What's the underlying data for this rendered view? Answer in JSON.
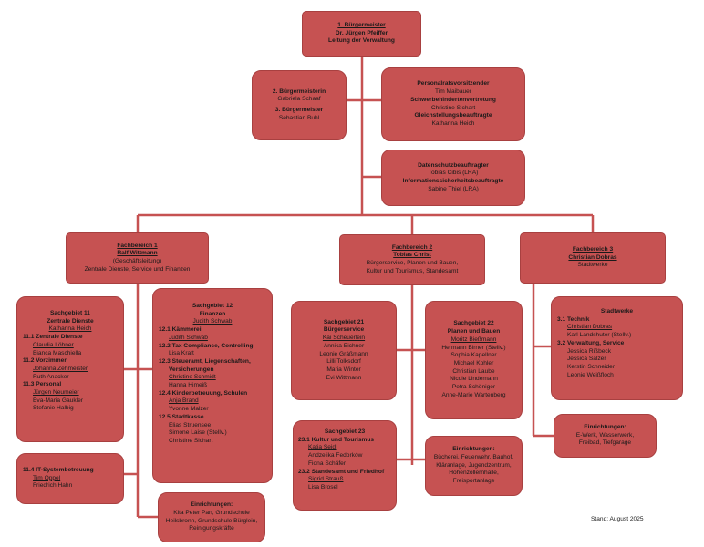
{
  "mayor": {
    "title": "1. Bürgermeister",
    "name": "Dr. Jürgen Pfeiffer",
    "role": "Leitung der Verwaltung"
  },
  "deputies": {
    "d2_title": "2. Bürgermeisterin",
    "d2_name": "Gabriela Schaaf",
    "d3_title": "3. Bürgermeister",
    "d3_name": "Sebastian Buhl"
  },
  "reps": {
    "personalrat_title": "Personalratsvorsitzender",
    "personalrat_name": "Tim Maibauer",
    "schwerbehinderten_title": "Schwerbehindertenvertretung",
    "schwerbehinderten_name": "Christine Sichart",
    "gleichstellung_title": "Gleichstellungsbeauftragte",
    "gleichstellung_name": "Katharina Heich"
  },
  "datenschutz": {
    "title": "Datenschutzbeauftragter",
    "name": "Tobias Cibis (LRA)",
    "infosec_title": "Informationssicherheitsbeauftragte",
    "infosec_name": "Sabine Thiel (LRA)"
  },
  "fb1": {
    "title": "Fachbereich 1",
    "name": "Ralf Wittmann",
    "sub": "(Geschäftsleitung)",
    "desc": "Zentrale Dienste, Service und Finanzen"
  },
  "fb2": {
    "title": "Fachbereich 2",
    "name": "Tobias Christ",
    "desc1": "Bürgerservice, Planen und Bauen,",
    "desc2": "Kultur und Tourismus, Standesamt"
  },
  "fb3": {
    "title": "Fachbereich 3",
    "name": "Christian Dobras",
    "desc": "Stadtwerke"
  },
  "sg11": {
    "t1": "Sachgebiet 11",
    "t2": "Zentrale Dienste",
    "lead": "Katharina Heich",
    "s1": "11.1 Zentrale Dienste",
    "s1_lead": "Claudia Löhner",
    "s1_m1": "Bianca Maschiella",
    "s2": "11.2 Vorzimmer",
    "s2_lead": "Johanna Zehmeister",
    "s2_m1": "Ruth Anacker",
    "s3": "11.3 Personal",
    "s3_lead": "Jürgen Neumeier",
    "s3_m1": "Eva-Maria Gaukler",
    "s3_m2": "Stefanie Halbig"
  },
  "sg114": {
    "title": "11.4 IT-Systembetreuung",
    "lead": "Tim Oppel",
    "m1": "Friedrich Hahn"
  },
  "sg12": {
    "t1": "Sachgebiet 12",
    "t2": "Finanzen",
    "lead": "Judith Schwab",
    "s1": "12.1 Kämmerei",
    "s1_lead": "Judith Schwab",
    "s2": "12.2 Tax Compliance, Controlling",
    "s2_lead": "Lisa Kraft",
    "s3a": "12.3 Steueramt, Liegenschaften,",
    "s3b": "Versicherungen",
    "s3_lead": "Christine Schmidt",
    "s3_m1": "Hanna Himeiß",
    "s4": "12.4 Kinderbetreuung, Schulen",
    "s4_lead": "Anja Brand",
    "s4_m1": "Yvonne Malzer",
    "s5": "12.5 Stadtkasse",
    "s5_lead": "Elias Struensee",
    "s5_m1": "Simone Laise (Stellv.)",
    "s5_m2": "Christine Sichart"
  },
  "einr1": {
    "title": "Einrichtungen:",
    "l1": "Kita Peter Pan, Grundschule",
    "l2": "Heilsbronn, Grundschule Bürglein,",
    "l3": "Reinigungskräfte"
  },
  "sg21": {
    "t1": "Sachgebiet 21",
    "t2": "Bürgerservice",
    "lead": "Kai Scheuerlein",
    "m1": "Annika Eichner",
    "m2": "Leonie Gräßmann",
    "m3": "Lilli Tolksdorf",
    "m4": "Maria Winter",
    "m5": "Evi Wittmann"
  },
  "sg22": {
    "t1": "Sachgebiet 22",
    "t2": "Planen und Bauen",
    "lead": "Moritz Bießmann",
    "m1": "Hermann Birner (Stellv.)",
    "m2": "Sophia Kapellner",
    "m3": "Michael Kohler",
    "m4": "Christian Laube",
    "m5": "Nicole Lindemann",
    "m6": "Petra Schöniger",
    "m7": "Anne-Marie Wartenberg"
  },
  "sg23": {
    "t1": "Sachgebiet 23",
    "s1": "23.1 Kultur und Tourismus",
    "s1_lead": "Katja Seidl",
    "s1_m1": "Andzelika Fedorków",
    "s1_m2": "Fiona Schäfer",
    "s2": "23.2 Standesamt und Friedhof",
    "s2_lead": "Sigrid Strauß",
    "s2_m1": "Lisa Brosel"
  },
  "einr2": {
    "title": "Einrichtungen:",
    "l1": "Bücherei, Feuerwehr, Bauhof,",
    "l2": "Kläranlage, Jugendzentrum,",
    "l3": "Hohenzollernhalle,",
    "l4": "Freisportanlage"
  },
  "sw": {
    "t1": "Stadtwerke",
    "s1": "3.1 Technik",
    "s1_lead": "Christian Dobras",
    "s1_m1": "Karl Landshuter (Stellv.)",
    "s2": "3.2 Verwaltung, Service",
    "s2_m1": "Jessica Rißbeck",
    "s2_m2": "Jessica Salzer",
    "s2_m3": "Kerstin Schneider",
    "s2_m4": "Leonie Weißfloch"
  },
  "einr3": {
    "title": "Einrichtungen:",
    "l1": "E-Werk, Wasserwerk,",
    "l2": "Freibad, Tiefgarage"
  },
  "footer": {
    "stand": "Stand: August 2025"
  },
  "colors": {
    "box_fill": "#c65252",
    "line": "#c65252",
    "text": "#1a1a1a"
  }
}
